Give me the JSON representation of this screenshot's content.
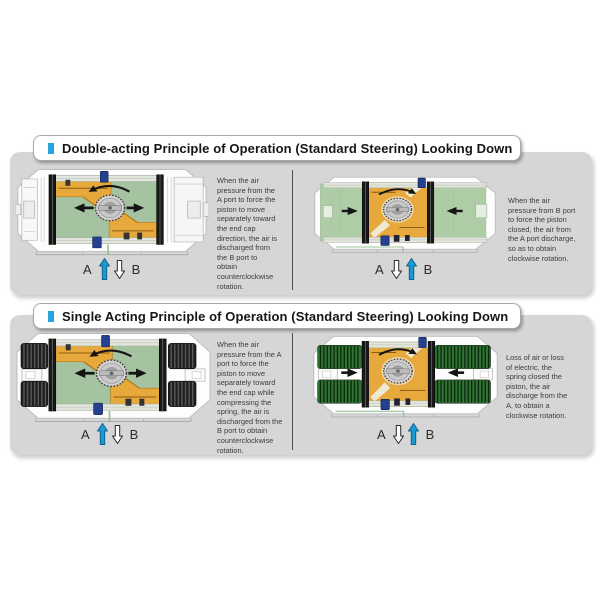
{
  "sections": [
    {
      "title": "Double-acting Principle of Operation (Standard Steering) Looking Down",
      "left": {
        "name": "double-acting-open",
        "state": "open",
        "springs": null,
        "rotation": "ccw",
        "label_a": "A",
        "label_b": "B",
        "port_a_arrow": "up-filled",
        "port_b_arrow": "down-outline",
        "description": "When the air pressure from the A port to force the piston to move separately toward the end cap direction, the air is discharged from the B port to obtain counterclockwise rotation."
      },
      "right": {
        "name": "double-acting-closed",
        "state": "closed",
        "springs": null,
        "rotation": "cw",
        "label_a": "A",
        "label_b": "B",
        "port_a_arrow": "down-outline",
        "port_b_arrow": "up-filled",
        "description": "When the air pressure from B port to force the piston closed, the air from the A port discharge, so as to obtain clockwise rotation."
      }
    },
    {
      "title": "Single Acting Principle of Operation (Standard Steering) Looking Down",
      "left": {
        "name": "single-acting-open",
        "state": "open",
        "springs": "black",
        "rotation": "ccw",
        "label_a": "A",
        "label_b": "B",
        "port_a_arrow": "up-filled",
        "port_b_arrow": "down-outline",
        "description": "When the air pressure from the A port to force the piston to move separately toward the end cap while compressing the spring, the air is discharged from the B port to obtain counterclockwise rotation."
      },
      "right": {
        "name": "single-acting-closed",
        "state": "closed",
        "springs": "green",
        "rotation": "cw",
        "label_a": "A",
        "label_b": "B",
        "port_a_arrow": "down-outline",
        "port_b_arrow": "up-filled",
        "description": "Loss of air or loss of electric, the spring closed the piston, the air discharge from the A, to obtain a clockwise rotation."
      }
    }
  ],
  "palette": {
    "accent_blue": "#29a3dc",
    "panel_gray": "#d6d6d6",
    "body_green": "#a5c3a0",
    "piston_green": "#aecda7",
    "rack_orange": "#e8a93c",
    "port_navy": "#24408f",
    "spring_black": "#1f1f1f",
    "spring_green": "#2f7232",
    "arrow_black": "#141414",
    "port_arrow_blue": "#1b9ad2"
  }
}
